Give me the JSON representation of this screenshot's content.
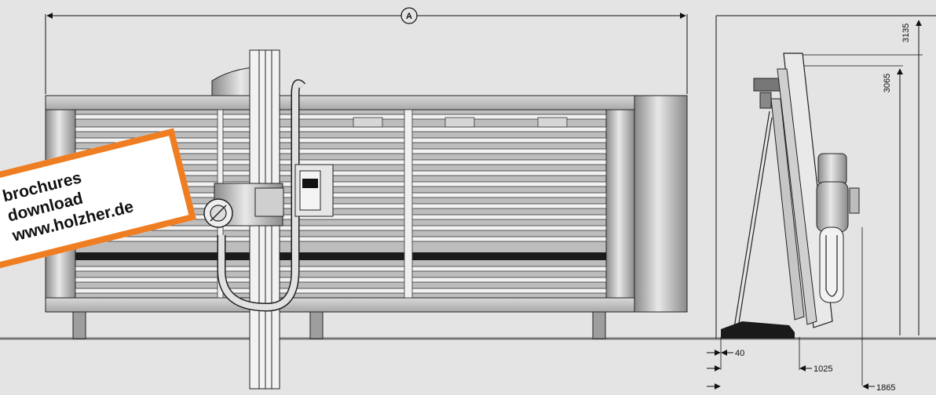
{
  "dimension_label": "A",
  "height_dims": [
    "3135",
    "3065"
  ],
  "depth_dims": [
    "40",
    "1025",
    "1865"
  ],
  "badge": {
    "line1": "brochures",
    "line2": "download",
    "line3": "www.holzher.de"
  },
  "colors": {
    "background": "#e4e4e4",
    "metal": "#b4b4b4",
    "badge_border": "#ef7d22"
  }
}
